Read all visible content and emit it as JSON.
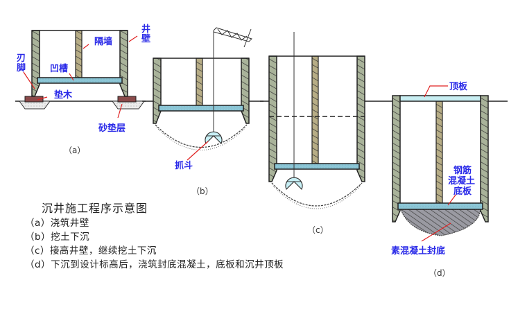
{
  "title": "沉井施工程序示意图",
  "steps": [
    {
      "tag": "（a）",
      "text": "浇筑井壁"
    },
    {
      "tag": "（b）",
      "text": "挖土下沉"
    },
    {
      "tag": "（c）",
      "text": "接高井壁，继续挖土下沉"
    },
    {
      "tag": "（d）",
      "text": "下沉到设计标高后，浇筑封底混凝土，底板和沉井顶板"
    }
  ],
  "panels": {
    "a": {
      "caption": "（a）",
      "labels": {
        "blade_foot_1": "刃",
        "blade_foot_2": "脚",
        "partition": "隔墙",
        "shaft_wall_1": "井",
        "shaft_wall_2": "壁",
        "groove": "凹槽",
        "pad_wood": "垫木",
        "sand_cushion": "砂垫层"
      }
    },
    "b": {
      "caption": "（b）",
      "labels": {
        "grab_bucket": "抓斗"
      }
    },
    "c": {
      "caption": "（c）"
    },
    "d": {
      "caption": "（d）",
      "labels": {
        "top_slab": "顶板",
        "rc_bottom_1": "钢筋",
        "rc_bottom_2": "混凝土",
        "rc_bottom_3": "底板",
        "plain_seal": "素混凝土封底"
      }
    }
  },
  "colors": {
    "wall_fill": "#a9b39a",
    "partition_fill": "#b7ad86",
    "slab_fill": "#8cc6d6",
    "top_slab_fill": "#c8eef2",
    "pad_fill": "#8a4a4a",
    "sand_fill": "#e4e4e4",
    "seal_fill": "#8a8a90",
    "label_blue": "#2a2ae8",
    "leader_red": "#e02020",
    "bucket_fill": "#c8f0f6"
  }
}
